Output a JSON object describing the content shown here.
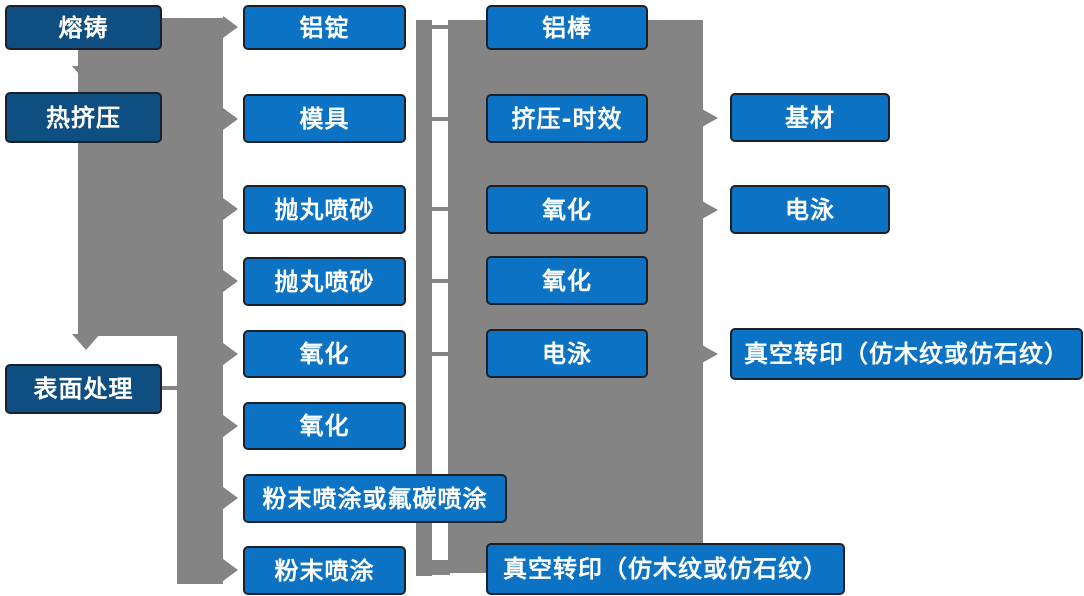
{
  "colors": {
    "primary_blue": "#0b72c4",
    "dark_navy_blue": "#0f4e80",
    "connector_gray": "#848484",
    "border_dark": "#1a212b",
    "text_white": "#ffffff"
  },
  "columns": [
    {
      "items": [
        {
          "label": "熔铸"
        },
        {
          "label": "热挤压"
        },
        {
          "label": "表面处理"
        }
      ]
    },
    {
      "items": [
        {
          "label": "铝锭"
        },
        {
          "label": "模具"
        },
        {
          "label": "抛丸喷砂"
        },
        {
          "label": "抛丸喷砂"
        },
        {
          "label": "氧化"
        },
        {
          "label": "氧化"
        },
        {
          "label": "粉末喷涂或氟碳喷涂"
        },
        {
          "label": "粉末喷涂"
        }
      ]
    },
    {
      "items": [
        {
          "label": "铝棒"
        },
        {
          "label": "挤压-时效"
        },
        {
          "label": "氧化"
        },
        {
          "label": "氧化"
        },
        {
          "label": "电泳"
        },
        {
          "label": "真空转印（仿木纹或仿石纹）"
        }
      ]
    },
    {
      "items": [
        {
          "label": "基材"
        },
        {
          "label": "电泳"
        },
        {
          "label": "真空转印（仿木纹或仿石纹）"
        }
      ]
    }
  ]
}
